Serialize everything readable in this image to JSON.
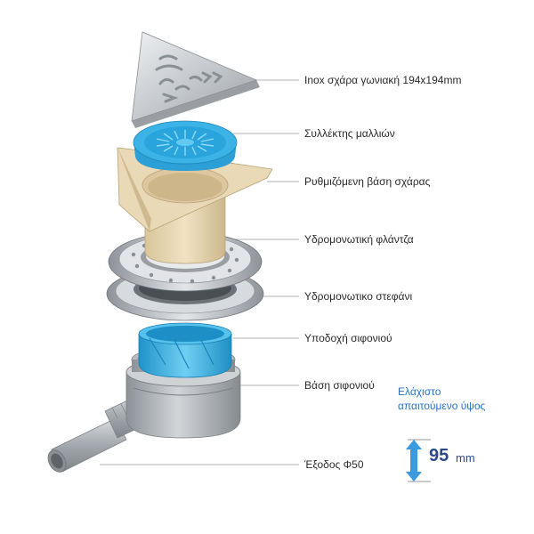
{
  "labels": [
    "Inox σχάρα γωνιακή 194x194mm",
    "Συλλέκτης μαλλιών",
    "Ρυθμιζόμενη βάση σχάρας",
    "Υδρομονωτική φλάντζα",
    "Υδρομονωτικο στεφάνι",
    "Υποδοχή σιφονιού",
    "Βάση σιφονιού",
    "Έξοδος Φ50"
  ],
  "note": {
    "line1": "Ελάχιστο",
    "line2": "απαιτούμενο ύψος"
  },
  "height": {
    "value": "95",
    "unit": "mm"
  },
  "colors": {
    "steel": "#c9ccd0",
    "hair_catcher": "#33a9e0",
    "beige": "#e6d3ae",
    "seal_ring": "#b8bcc2",
    "siphon_blue": "#3fb3e3",
    "grey_body": "#a9adb2",
    "arrow": "#3a9be0",
    "label_text": "#2b2b2b",
    "accent_text": "#2a73c4",
    "height_text": "#2b4a86"
  }
}
